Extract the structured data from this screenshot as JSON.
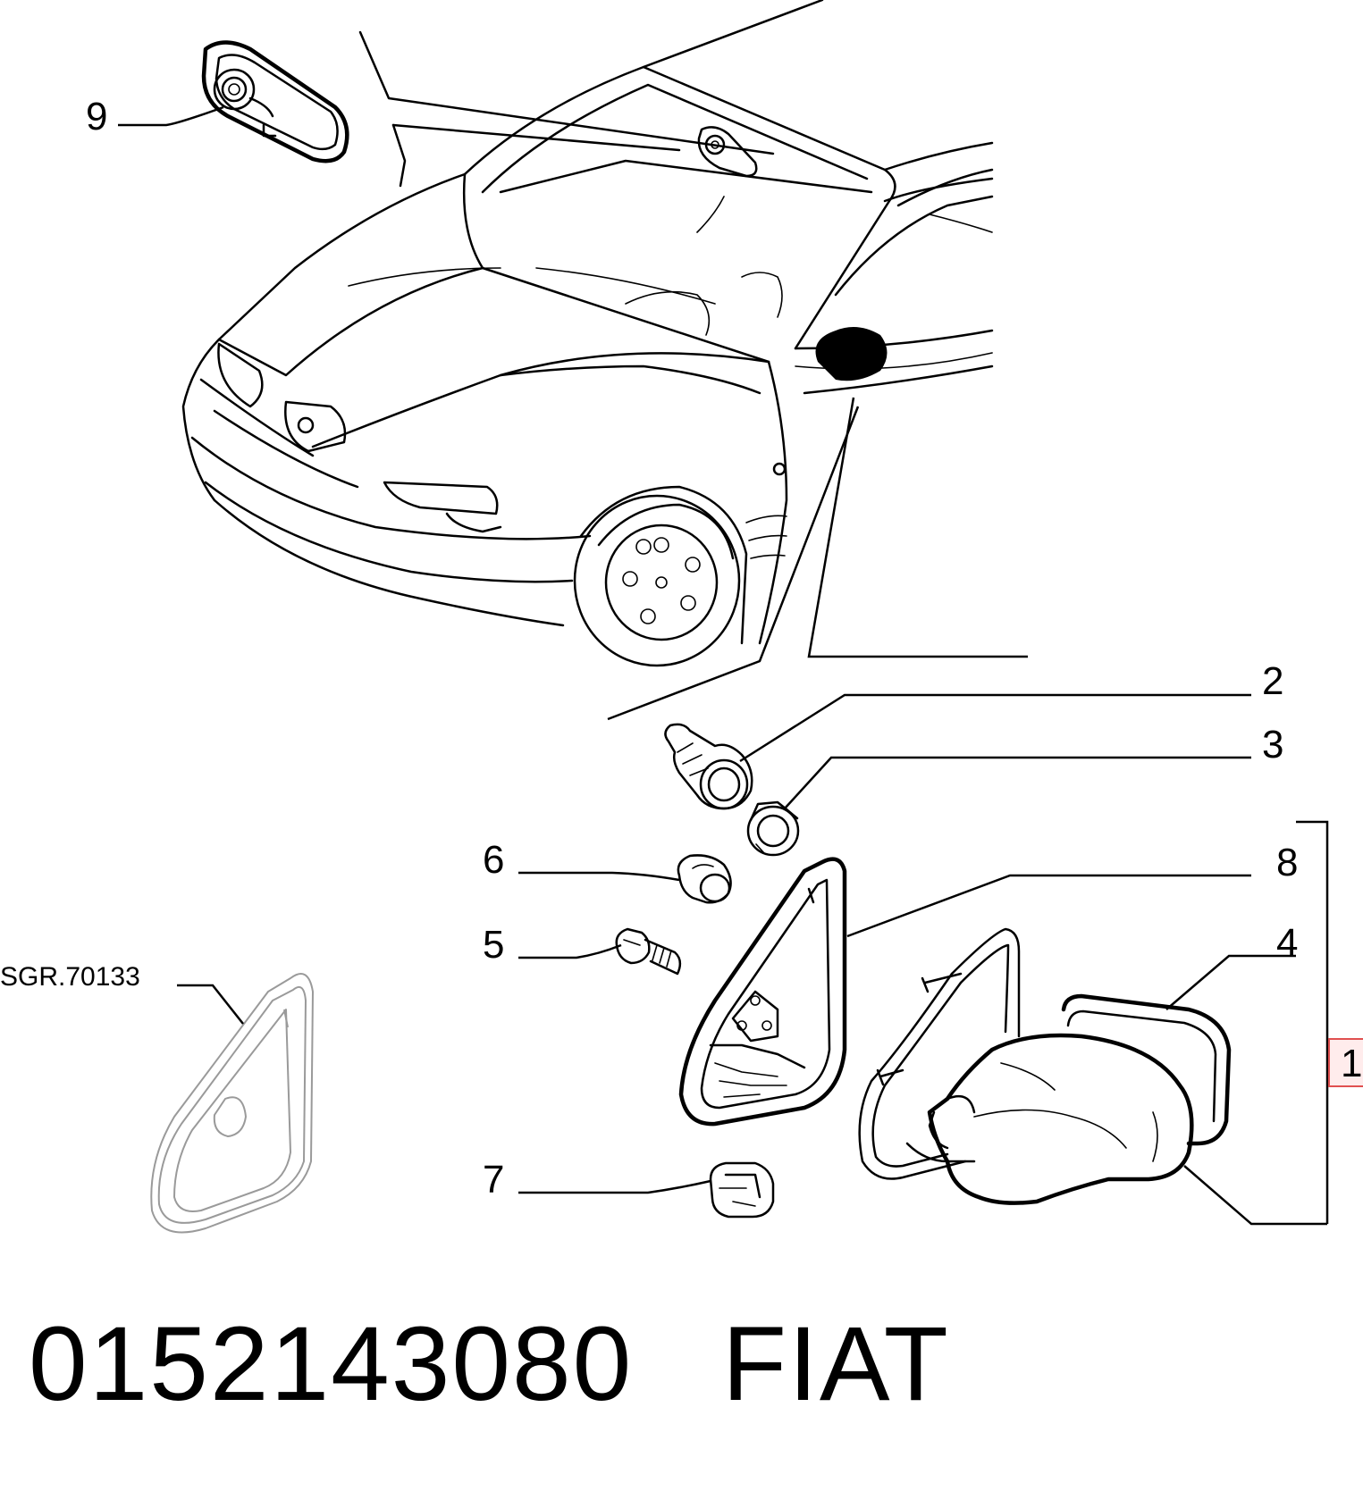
{
  "callouts": {
    "c9": "9",
    "c2": "2",
    "c3": "3",
    "c6": "6",
    "c8": "8",
    "c5": "5",
    "c4": "4",
    "c7": "7",
    "c1": "1"
  },
  "reference": {
    "sgr": "SGR.70133"
  },
  "part_number": "0152143080",
  "brand": "FIAT",
  "colors": {
    "line": "#000000",
    "ghost": "#9a9a9a",
    "ref_box_fill": "#ffecec",
    "ref_box_stroke": "#e05050"
  }
}
